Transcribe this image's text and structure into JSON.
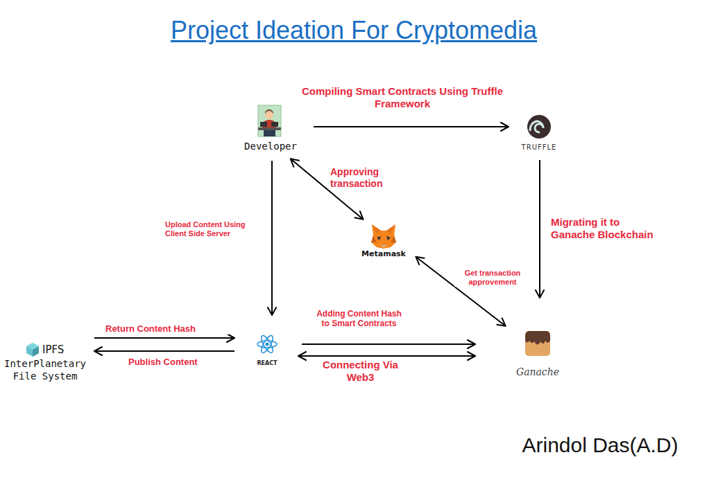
{
  "diagram": {
    "title": "Project Ideation For Cryptomedia",
    "nodes": [
      {
        "text": [
          "Developer"
        ]
      },
      {
        "text": [
          "TRUFFLE"
        ]
      },
      {
        "text": [
          "Metamask"
        ]
      },
      {
        "text": [
          "IPFS",
          "InterPlanetary File System"
        ]
      },
      {
        "text": [
          "REACT"
        ]
      },
      {
        "text": [
          "Ganache"
        ]
      }
    ],
    "edges": [
      {
        "from": 0,
        "to": 1,
        "label": "Compiling Smart Contracts Using Truffle Framework",
        "arrow": "to"
      },
      {
        "from": 1,
        "to": 5,
        "label": "Migrating it to Ganache Blockchain",
        "arrow": "to"
      },
      {
        "from": 0,
        "to": 2,
        "label": "Approving transaction",
        "arrow": "both"
      },
      {
        "from": 0,
        "to": 4,
        "label": "Upload Content Using Client Side Server",
        "arrow": "to"
      },
      {
        "from": 2,
        "to": 5,
        "label": "Get transaction approvement",
        "arrow": "both"
      },
      {
        "from": 4,
        "to": 5,
        "label": "Adding Content Hash to Smart Contracts",
        "arrow": "to"
      },
      {
        "from": 4,
        "to": 5,
        "label": "Connecting Via Web3",
        "arrow": "both"
      },
      {
        "from": 3,
        "to": 4,
        "label": "Return Content Hash",
        "arrow": "to"
      },
      {
        "from": 4,
        "to": 3,
        "label": "Publish Content",
        "arrow": "to"
      }
    ],
    "labels": [
      "Arindol Das(A.D)"
    ]
  }
}
